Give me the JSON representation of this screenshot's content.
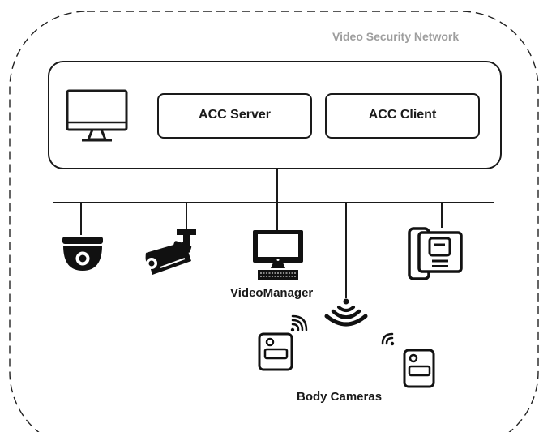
{
  "network": {
    "title": "Video Security Network"
  },
  "server_box": {
    "server_label": "ACC Server",
    "client_label": "ACC Client"
  },
  "devices": {
    "video_manager_label": "VideoManager",
    "body_cameras_label": "Body Cameras"
  },
  "icons": [
    "monitor-icon",
    "dome-camera-icon",
    "bullet-camera-icon",
    "desktop-computer-icon",
    "wireless-signal-icon",
    "access-control-reader-icon",
    "body-camera-icon"
  ]
}
